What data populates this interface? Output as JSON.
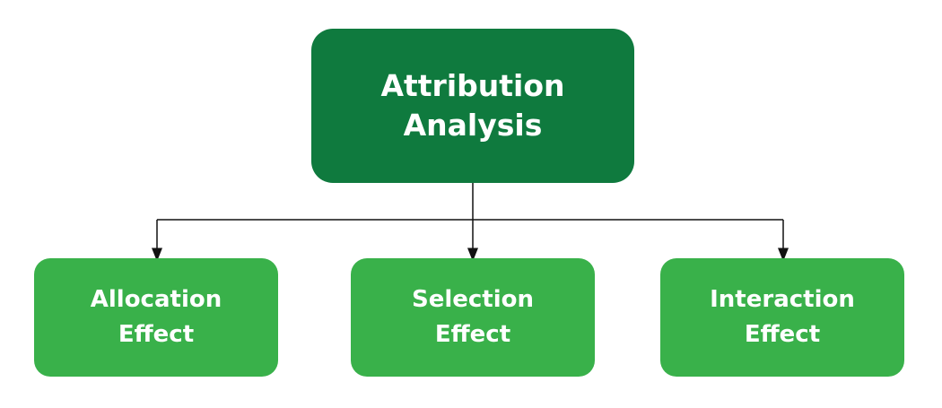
{
  "root": {
    "line1": "Attribution",
    "line2": "Analysis"
  },
  "children": [
    {
      "line1": "Allocation",
      "line2": "Effect"
    },
    {
      "line1": "Selection",
      "line2": "Effect"
    },
    {
      "line1": "Interaction",
      "line2": "Effect"
    }
  ],
  "colors": {
    "root_fill": "#0f7a3e",
    "child_fill": "#39b14a",
    "connector": "#111111",
    "text": "#ffffff"
  }
}
